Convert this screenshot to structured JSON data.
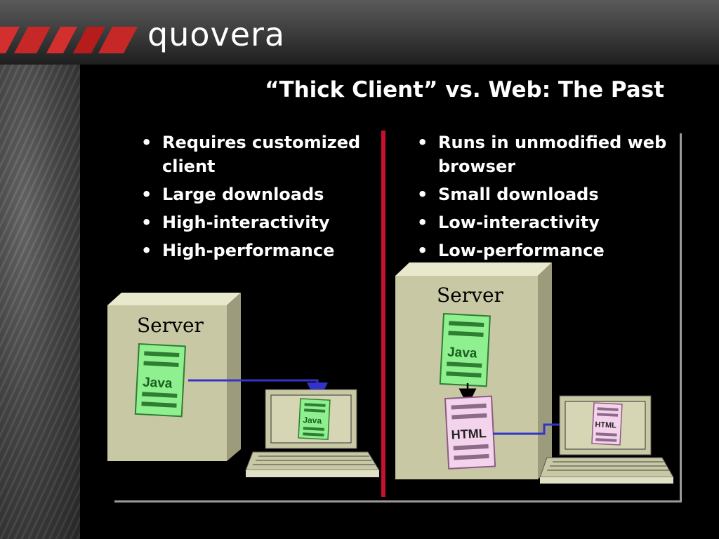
{
  "brand": {
    "logo_text": "quovera"
  },
  "slide": {
    "title": "“Thick Client” vs. Web: The Past"
  },
  "left_column": {
    "bullets": [
      "Requires customized client",
      "Large downloads",
      "High-interactivity",
      "High-performance"
    ]
  },
  "right_column": {
    "bullets": [
      "Runs in unmodified web browser",
      "Small downloads",
      "Low-interactivity",
      "Low-performance"
    ]
  },
  "diagram": {
    "left": {
      "server_label": "Server",
      "doc_label": "Java",
      "client_doc_label": "Java"
    },
    "right": {
      "server_label": "Server",
      "doc_label": "Java",
      "html_label": "HTML",
      "client_doc_label": "HTML"
    }
  },
  "colors": {
    "accent_red": "#c8102e",
    "arrow_blue": "#3333cc",
    "server_beige": "#c8c8a4",
    "java_green": "#8ff08f",
    "html_pink": "#f4d4ec"
  }
}
